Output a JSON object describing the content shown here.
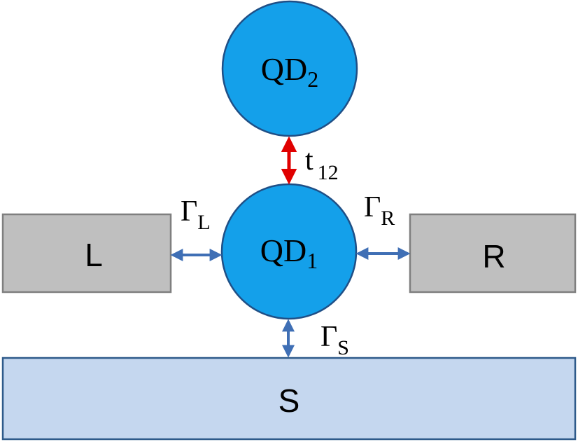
{
  "diagram": {
    "nodes": {
      "qd2": {
        "label": "QD",
        "subscript": "2"
      },
      "qd1": {
        "label": "QD",
        "subscript": "1"
      },
      "lead_left": {
        "label": "L"
      },
      "lead_right": {
        "label": "R"
      },
      "superconductor": {
        "label": "S"
      }
    },
    "couplings": {
      "t12": {
        "symbol": "t",
        "subscript": "12"
      },
      "gamma_l": {
        "symbol": "Γ",
        "subscript": "L"
      },
      "gamma_r": {
        "symbol": "Γ",
        "subscript": "R"
      },
      "gamma_s": {
        "symbol": "Γ",
        "subscript": "S"
      }
    }
  },
  "colors": {
    "dot_fill": "#14a0ea",
    "dot_stroke": "#1f4f86",
    "lead_fill": "#bfbfbf",
    "lead_stroke": "#7f7f7f",
    "substrate_fill": "#c5d7ef",
    "substrate_stroke": "#2e5a8a",
    "coupling_arrow": "#3f6fb5",
    "interdot_arrow": "#e00000"
  }
}
